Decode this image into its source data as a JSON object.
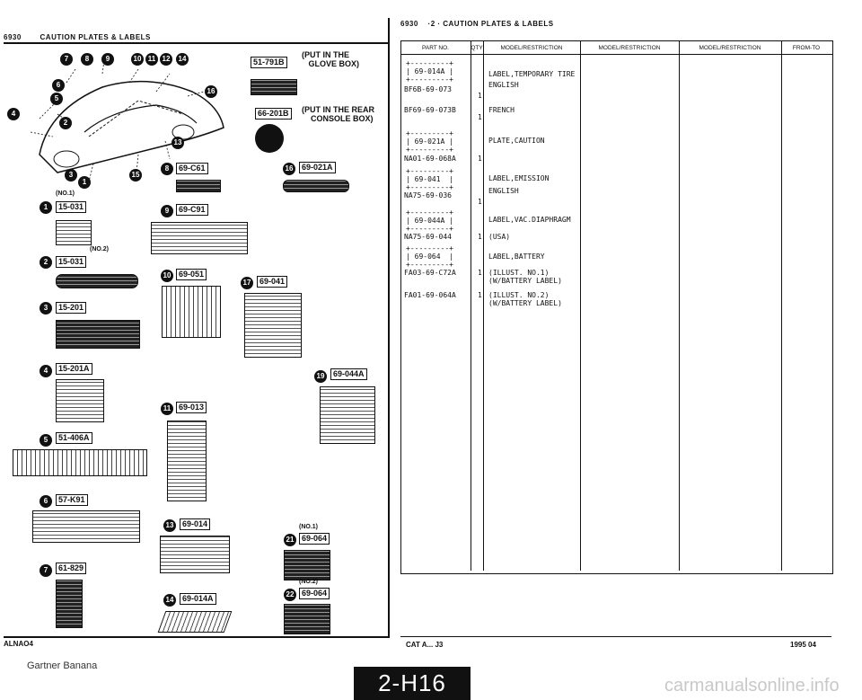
{
  "left_header": {
    "code": "6930",
    "title": "CAUTION PLATES & LABELS"
  },
  "right_header": {
    "code": "6930",
    "title": "·2 ·  CAUTION PLATES & LABELS"
  },
  "notes": {
    "glove_box": "(PUT IN THE\n   GLOVE BOX)",
    "rear_console": "(PUT IN THE REAR\n    CONSOLE BOX)"
  },
  "callout_numbers": [
    "7",
    "8",
    "9",
    "10",
    "11",
    "12",
    "14",
    "6",
    "5",
    "4",
    "2",
    "3",
    "13",
    "15",
    "16",
    "1"
  ],
  "plates": [
    {
      "num": "",
      "code": "51-791B"
    },
    {
      "num": "",
      "code": "66-201B"
    },
    {
      "num": "1",
      "code": "15-031",
      "tag": "(NO.1)"
    },
    {
      "num": "2",
      "code": "15-031",
      "tag": "(NO.2)"
    },
    {
      "num": "3",
      "code": "15-201"
    },
    {
      "num": "4",
      "code": "15-201A"
    },
    {
      "num": "5",
      "code": "51-406A"
    },
    {
      "num": "6",
      "code": "57-K91"
    },
    {
      "num": "7",
      "code": "61-829"
    },
    {
      "num": "8",
      "code": "69-C61"
    },
    {
      "num": "9",
      "code": "69-C91"
    },
    {
      "num": "10",
      "code": "69-051"
    },
    {
      "num": "11",
      "code": "69-013"
    },
    {
      "num": "13",
      "code": "69-014"
    },
    {
      "num": "14",
      "code": "69-014A"
    },
    {
      "num": "16",
      "code": "69-021A"
    },
    {
      "num": "17",
      "code": "69-041"
    },
    {
      "num": "19",
      "code": "69-044A"
    },
    {
      "num": "21",
      "code": "69-064",
      "tag": "(NO.1)"
    },
    {
      "num": "22",
      "code": "69-064",
      "tag": "(NO.2)"
    }
  ],
  "table": {
    "headers": [
      "PART NO.",
      "QTY",
      "MODEL/RESTRICTION",
      "MODEL/RESTRICTION",
      "MODEL/RESTRICTION",
      "FROM-TO"
    ],
    "rows": [
      {
        "ref": "69-014A",
        "part": "BF6B-69-073",
        "qty": "1",
        "desc": [
          "LABEL,TEMPORARY TIRE",
          "ENGLISH"
        ]
      },
      {
        "ref": "",
        "part": "BF69-69-073B",
        "qty": "1",
        "desc": [
          "FRENCH"
        ]
      },
      {
        "ref": "69-021A",
        "part": "NA01-69-068A",
        "qty": "1",
        "desc": [
          "PLATE,CAUTION"
        ]
      },
      {
        "ref": "69-041",
        "part": "NA75-69-036",
        "qty": "1",
        "desc": [
          "LABEL,EMISSION",
          "ENGLISH"
        ]
      },
      {
        "ref": "69-044A",
        "part": "NA75-69-044",
        "qty": "1",
        "desc": [
          "LABEL,VAC.DIAPHRAGM",
          "(USA)"
        ]
      },
      {
        "ref": "69-064",
        "part": "FA03-69-C72A",
        "qty": "1",
        "desc": [
          "LABEL,BATTERY",
          "(ILLUST. NO.1)",
          "(W/BATTERY LABEL)"
        ]
      },
      {
        "ref": "",
        "part": "FA01-69-064A",
        "qty": "1",
        "desc": [
          "(ILLUST. NO.2)",
          "(W/BATTERY LABEL)"
        ]
      }
    ]
  },
  "footer": {
    "left": "ALNAO4",
    "cat": "CAT   A...    J3",
    "date": "1995 04",
    "credit": "Gartner Banana",
    "page": "2-H16",
    "watermark": "carmanualsonline.info"
  }
}
